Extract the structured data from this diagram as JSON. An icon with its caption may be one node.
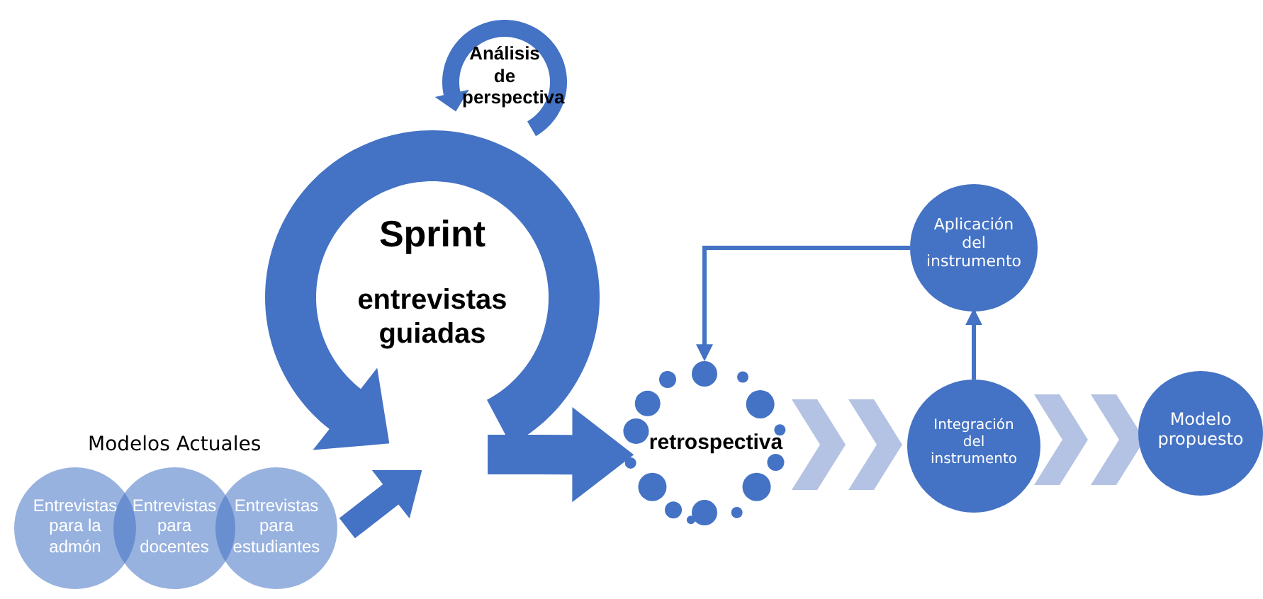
{
  "diagram": {
    "nodes": [
      {
        "text": [
          "Sprint",
          "entrevistas guiadas"
        ]
      },
      {
        "text": [
          "Análisis de perspectiva"
        ]
      },
      {
        "text": [
          "retrospectiva"
        ]
      },
      {
        "text": [
          "Aplicación del instrumento"
        ]
      },
      {
        "text": [
          "Integración del instrumento"
        ]
      },
      {
        "text": [
          "Modelo propuesto"
        ]
      },
      {
        "text": [
          "Entrevistas para la admón"
        ]
      },
      {
        "text": [
          "Entrevistas para docentes"
        ]
      },
      {
        "text": [
          "Entrevistas para estudiantes"
        ]
      }
    ],
    "edges": [
      {
        "from": 0,
        "to": 2,
        "arrow": "to",
        "style": "thick"
      },
      {
        "from": 2,
        "to": 4,
        "arrow": "to",
        "style": "thick",
        "color": "#b4c2e3"
      },
      {
        "from": 4,
        "to": 5,
        "arrow": "to",
        "style": "thick",
        "color": "#b4c2e3"
      },
      {
        "from": 4,
        "to": 3,
        "arrow": "to"
      },
      {
        "from": 3,
        "to": 2,
        "arrow": "to"
      },
      {
        "from": 8,
        "to": 0,
        "arrow": "to",
        "style": "thick"
      }
    ],
    "labels": [
      "Modelos Actuales"
    ]
  }
}
